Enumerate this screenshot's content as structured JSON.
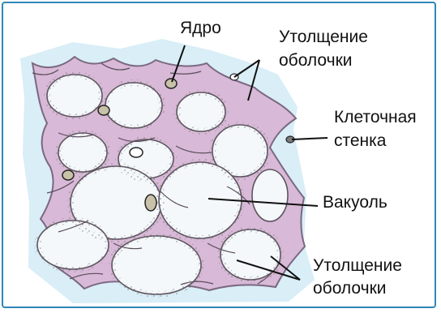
{
  "labels": {
    "nucleus": "Ядро",
    "thickening_top_line1": "Утолщение",
    "thickening_top_line2": "оболочки",
    "cell_wall_line1": "Клеточная",
    "cell_wall_line2": "стенка",
    "vacuole": "Вакуоль",
    "thickening_bottom_line1": "Утолщение",
    "thickening_bottom_line2": "оболочки"
  },
  "colors": {
    "border": "#2f86b7",
    "tissue_background": "#d9eef7",
    "cell_wall": "#d8b9d7",
    "cell_wall_line": "#7a6880",
    "cell_interior": "#f4f8fb",
    "stipple": "#6b6b6b",
    "label_line": "#111111"
  }
}
